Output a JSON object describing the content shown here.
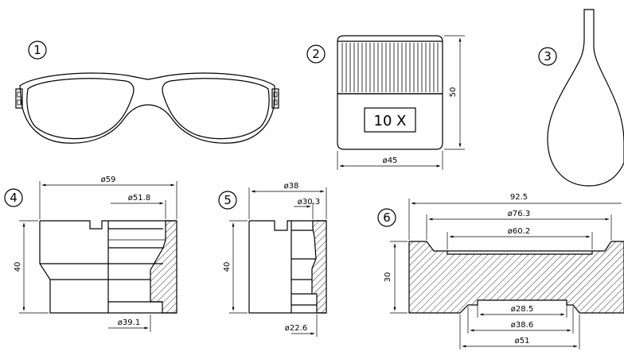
{
  "parts": {
    "p1": {
      "number": "1"
    },
    "p2": {
      "number": "2",
      "label": "10  X",
      "height": "50",
      "diameter": "ø45"
    },
    "p3": {
      "number": "3"
    },
    "p4": {
      "number": "4",
      "d_outer": "ø59",
      "d_inner": "ø51.8",
      "height": "40",
      "d_bottom": "ø39.1"
    },
    "p5": {
      "number": "5",
      "d_outer": "ø38",
      "d_inner": "ø30.3",
      "height": "40",
      "d_bottom": "ø22.6"
    },
    "p6": {
      "number": "6",
      "width": "92.5",
      "d_top1": "ø76.3",
      "d_top2": "ø60.2",
      "height": "30",
      "d_b1": "ø28.5",
      "d_b2": "ø38.6",
      "d_b3": "ø51"
    }
  }
}
